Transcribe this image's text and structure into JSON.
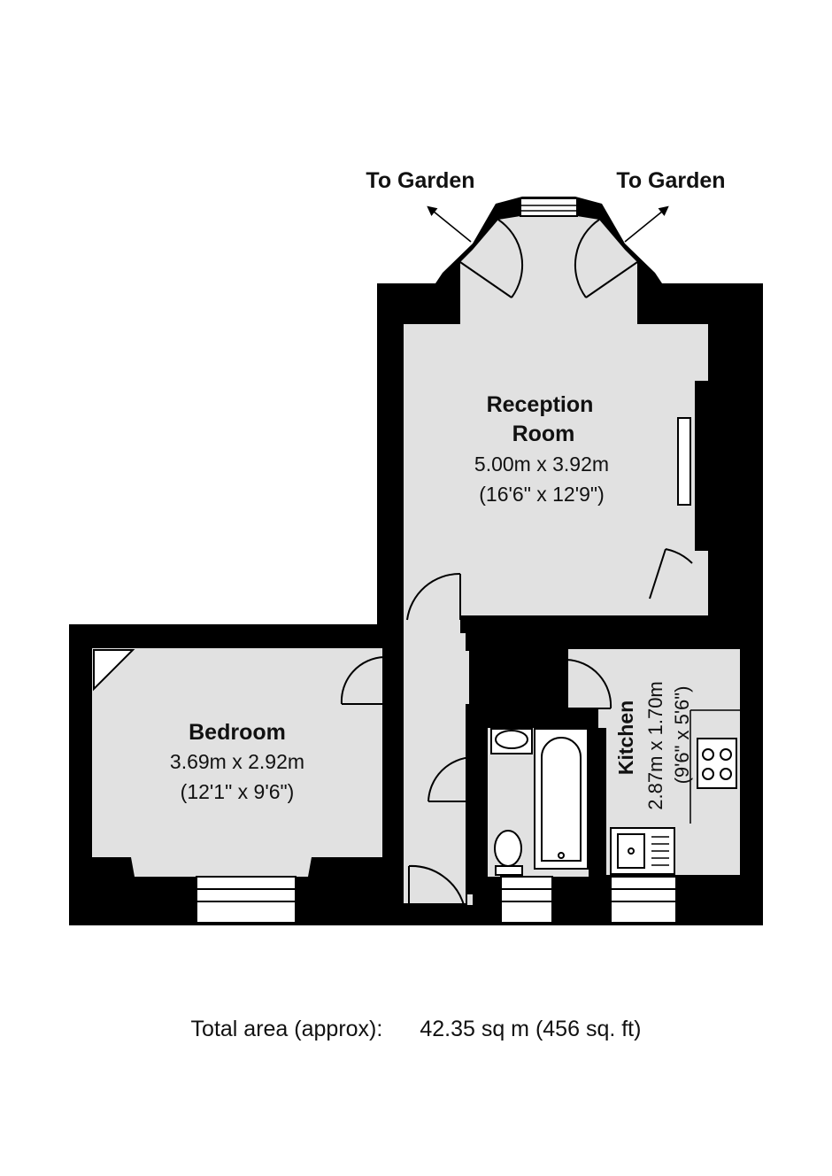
{
  "garden_left": "To Garden",
  "garden_right": "To Garden",
  "rooms": {
    "reception": {
      "name_line1": "Reception",
      "name_line2": "Room",
      "metric": "5.00m x 3.92m",
      "imperial": "(16'6\" x 12'9\")"
    },
    "bedroom": {
      "name": "Bedroom",
      "metric": "3.69m x 2.92m",
      "imperial": "(12'1\" x 9'6\")"
    },
    "kitchen": {
      "name": "Kitchen",
      "metric": "2.87m x 1.70m",
      "imperial": "(9'6\" x 5'6\")"
    }
  },
  "total": {
    "label": "Total area (approx):",
    "value": "42.35 sq m (456 sq. ft)"
  },
  "colors": {
    "wall": "#000000",
    "floor": "#e1e1e1",
    "background": "#ffffff"
  }
}
